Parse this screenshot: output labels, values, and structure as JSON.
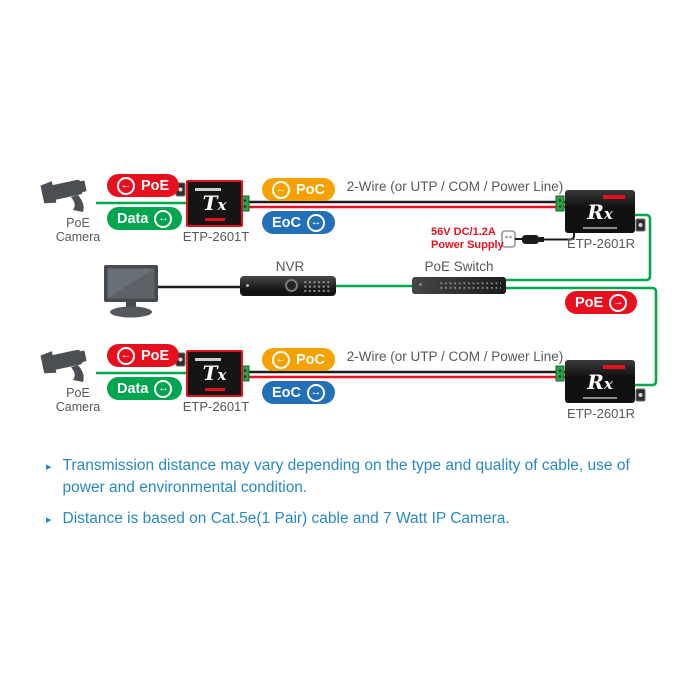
{
  "icons": {
    "arrow_left": "←",
    "arrow_right": "→",
    "arrow_both": "↔"
  },
  "colors": {
    "poe_red": "#e8101e",
    "data_green": "#00a64f",
    "poc_orange": "#f5a200",
    "eoc_blue": "#2270b8",
    "wire_green": "#00a94e",
    "wire_red": "#e8101e",
    "wire_black": "#1c1c1c",
    "device_black": "#151515",
    "label_gray": "#55585c",
    "note_blue": "#2789c4"
  },
  "diagram": {
    "rows": [
      {
        "camera_line1": "PoE",
        "camera_line2": "Camera",
        "badge_poe": "PoE",
        "badge_data": "Data",
        "badge_poc": "PoC",
        "badge_eoc": "EoC",
        "tx_glyph": "Tx",
        "rx_glyph": "Rx",
        "tx_label": "ETP-2601T",
        "rx_label": "ETP-2601R",
        "wire_label": "2-Wire (or UTP / COM / Power Line)"
      },
      {
        "camera_line1": "PoE",
        "camera_line2": "Camera",
        "badge_poe": "PoE",
        "badge_data": "Data",
        "badge_poc": "PoC",
        "badge_eoc": "EoC",
        "tx_glyph": "Tx",
        "rx_glyph": "Rx",
        "tx_label": "ETP-2601T",
        "rx_label": "ETP-2601R",
        "wire_label": "2-Wire (or UTP / COM / Power Line)"
      }
    ],
    "middle": {
      "nvr_label": "NVR",
      "switch_label": "PoE Switch",
      "badge_poe": "PoE"
    },
    "power_supply": {
      "line1": "56V DC/1.2A",
      "line2": "Power Supply"
    }
  },
  "notes": {
    "bullet": "▸",
    "items": [
      "Transmission distance may vary depending on the type and quality of cable, use of power and environmental condition.",
      "Distance is based on Cat.5e(1 Pair) cable and 7 Watt IP Camera."
    ]
  }
}
